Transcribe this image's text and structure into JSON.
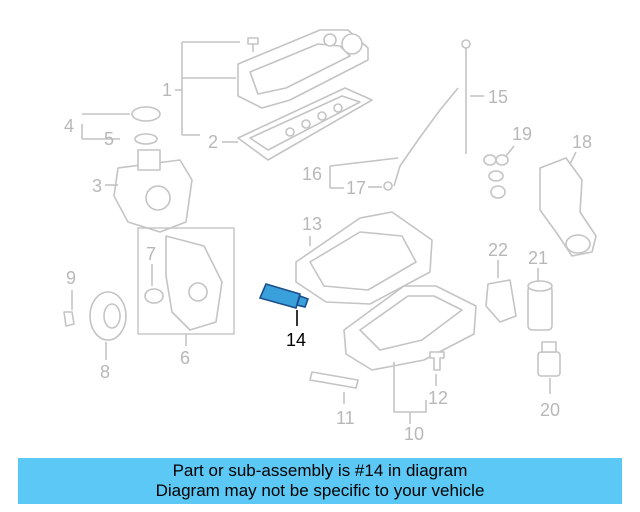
{
  "diagram": {
    "labels": [
      "1",
      "2",
      "3",
      "4",
      "5",
      "6",
      "7",
      "8",
      "9",
      "10",
      "11",
      "12",
      "13",
      "14",
      "15",
      "16",
      "17",
      "18",
      "19",
      "20",
      "21",
      "22"
    ],
    "highlighted_part": "14"
  },
  "banner": {
    "line1": "Part or sub-assembly is #14 in diagram",
    "line2": "Diagram may not be specific to your vehicle"
  },
  "colors": {
    "highlight": "#5bc8f5",
    "line": "#c4c4c4",
    "label": "#b8b8b8"
  }
}
